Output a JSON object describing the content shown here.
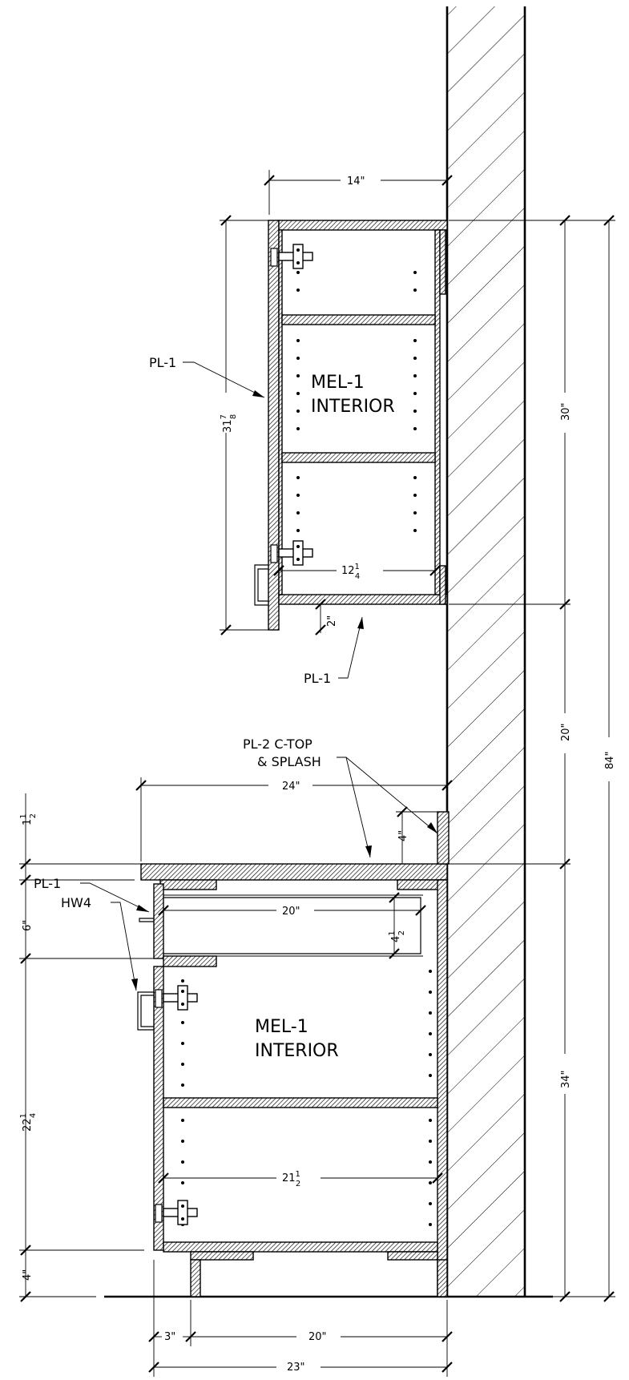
{
  "labels": {
    "pl1": "PL-1",
    "mel1": "MEL-1",
    "interior": "INTERIOR",
    "pl2_line1": "PL-2 C-TOP",
    "pl2_line2": "& SPLASH",
    "hw4": "HW4"
  },
  "dimensions": {
    "upper_depth": "14\"",
    "upper_height_whole": "31",
    "upper_height_num": "7",
    "upper_height_den": "8",
    "upper_inner_whole": "12",
    "upper_inner_num": "1",
    "upper_inner_den": "4",
    "upper_bottom_offset": "2\"",
    "upper_cab_height": "30\"",
    "gap_height": "20\"",
    "total_height": "84\"",
    "counter_depth": "24\"",
    "counter_thk_whole": "1",
    "counter_thk_num": "1",
    "counter_thk_den": "2",
    "splash_height": "4\"",
    "drawer_height": "6\"",
    "drawer_depth": "20\"",
    "drawer_box_whole": "4",
    "drawer_box_num": "1",
    "drawer_box_den": "2",
    "door_height_whole": "22",
    "door_height_num": "1",
    "door_height_den": "4",
    "base_inner_whole": "21",
    "base_inner_num": "1",
    "base_inner_den": "2",
    "base_cab_height": "34\"",
    "toe_kick": "4\"",
    "toe_setback": "3\"",
    "base_leg_span": "20\"",
    "base_total_depth": "23\""
  }
}
